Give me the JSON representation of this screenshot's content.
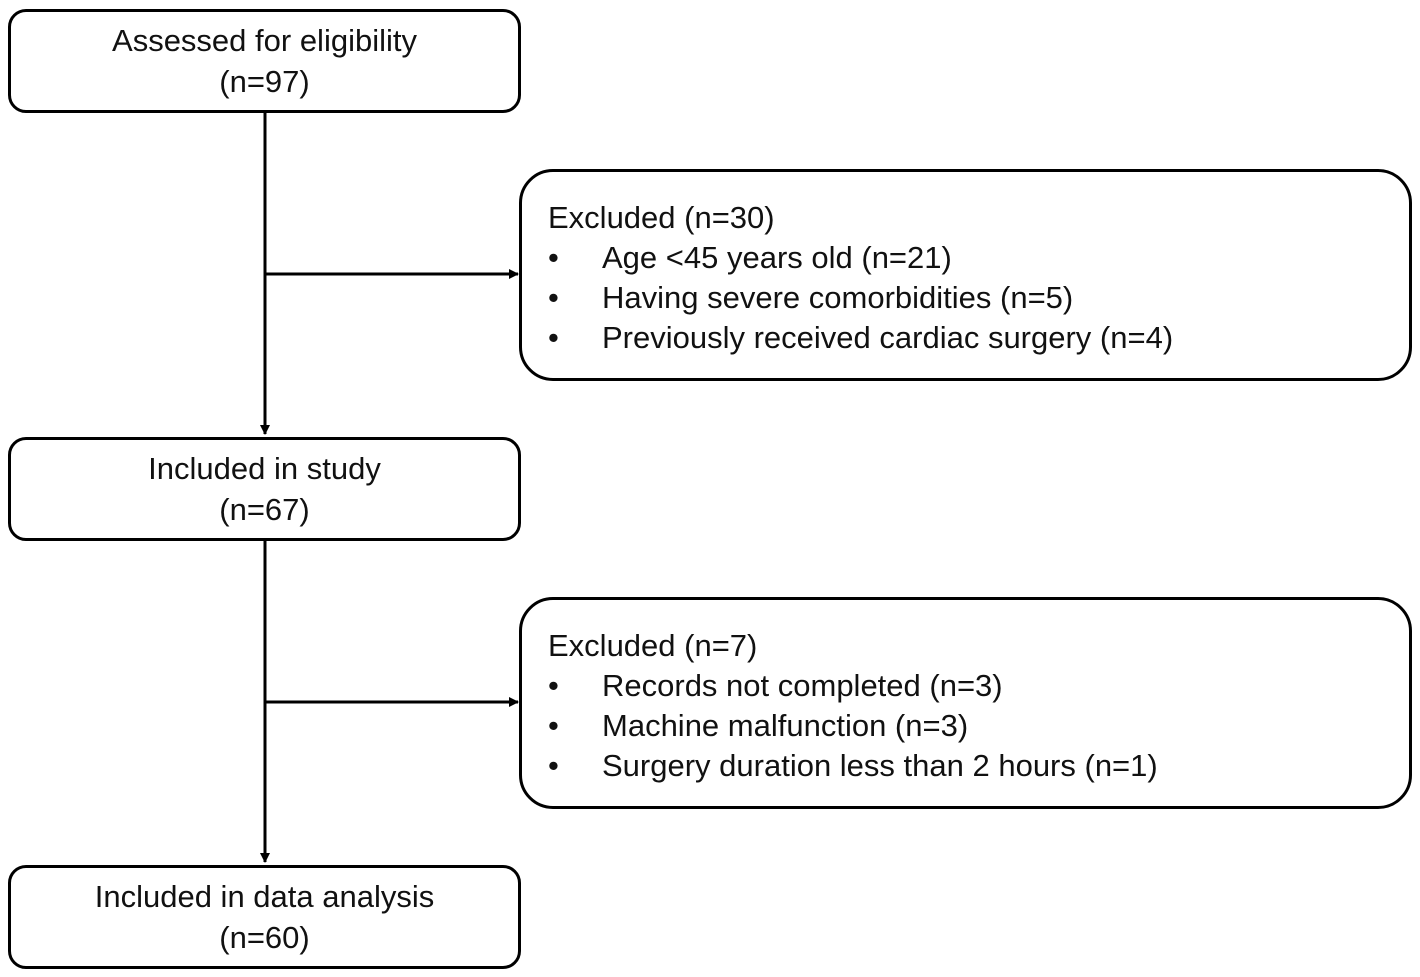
{
  "boxes": {
    "assessed": {
      "label": "Assessed for eligibility",
      "count": "(n=97)"
    },
    "included_study": {
      "label": "Included in study",
      "count": "(n=67)"
    },
    "included_analysis": {
      "label": "Included in data analysis",
      "count": "(n=60)"
    }
  },
  "exclusions": [
    {
      "title": "Excluded (n=30)",
      "items": [
        "Age <45 years old (n=21)",
        "Having severe comorbidities (n=5)",
        "Previously received cardiac surgery (n=4)"
      ]
    },
    {
      "title": "Excluded (n=7)",
      "items": [
        "Records not completed (n=3)",
        "Machine malfunction (n=3)",
        "Surgery duration less than 2 hours (n=1)"
      ]
    }
  ],
  "bullet_char": "•"
}
